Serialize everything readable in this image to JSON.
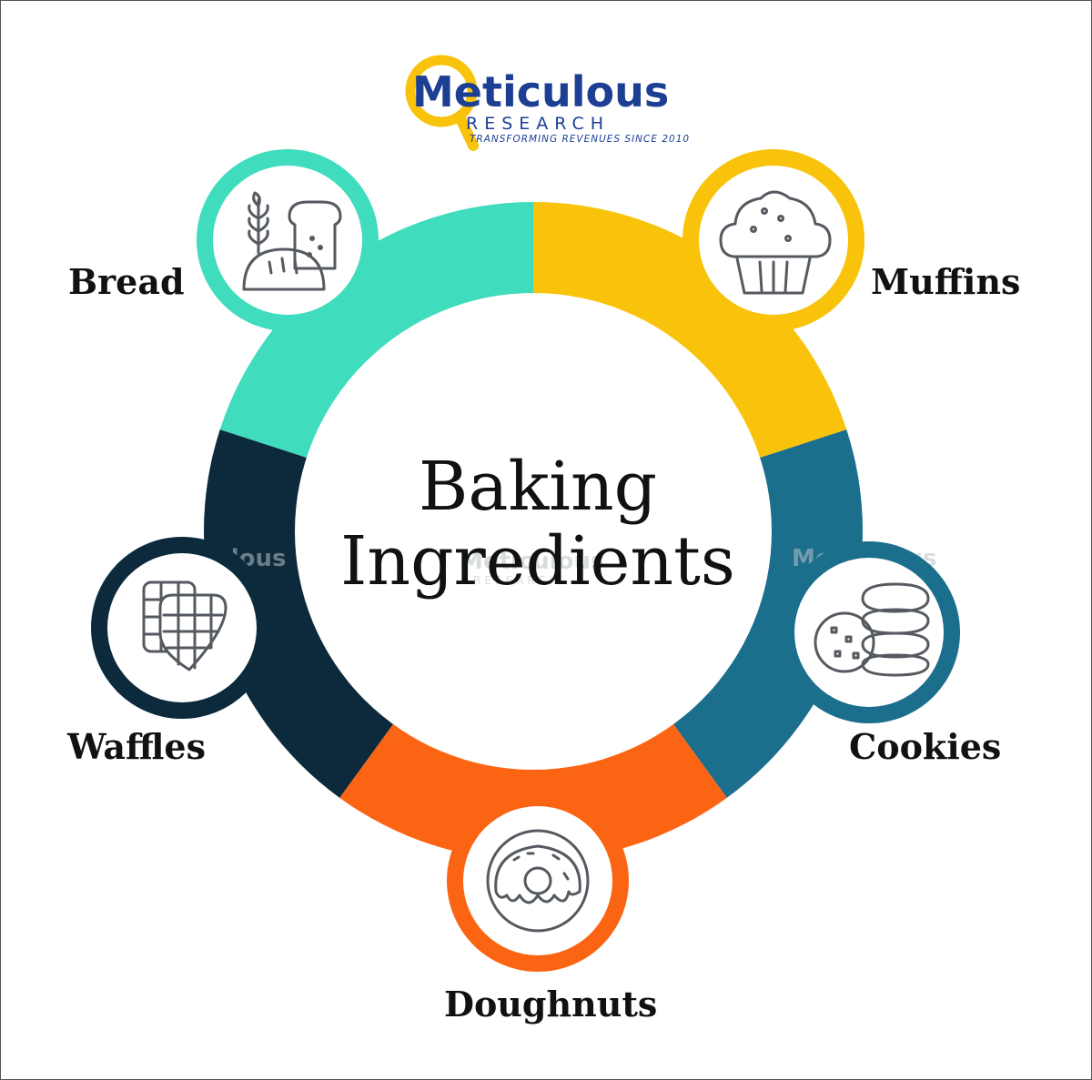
{
  "logo": {
    "title": "Meticulous",
    "subtitle": "RESEARCH",
    "tagline": "TRANSFORMING REVENUES SINCE 2010"
  },
  "center": {
    "line1": "Baking",
    "line2": "Ingredients"
  },
  "segments": [
    {
      "label": "Bread",
      "icon": "bread-icon",
      "color": "#3fdcbd"
    },
    {
      "label": "Muffins",
      "icon": "muffin-icon",
      "color": "#f8c30a"
    },
    {
      "label": "Cookies",
      "icon": "cookies-icon",
      "color": "#1b6e8c"
    },
    {
      "label": "Doughnuts",
      "icon": "doughnut-icon",
      "color": "#fb6413"
    },
    {
      "label": "Waffles",
      "icon": "waffle-icon",
      "color": "#0c2a3c"
    }
  ],
  "colors": {
    "logo_blue": "#1c3f94",
    "logo_yellow": "#f8c30a",
    "icon_stroke": "#555a60"
  }
}
